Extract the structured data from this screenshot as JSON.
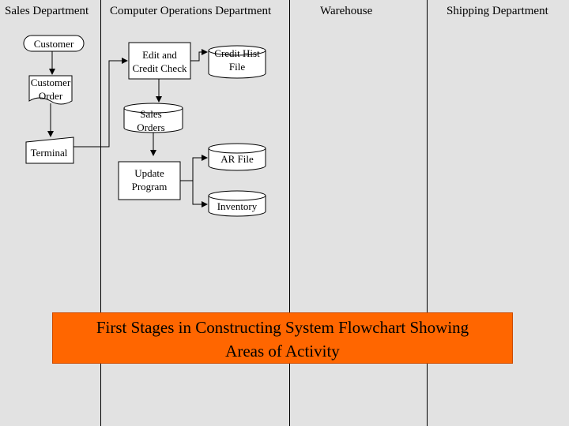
{
  "lanes": [
    {
      "id": "sales",
      "title": "Sales Department"
    },
    {
      "id": "computer",
      "title": "Computer Operations Department"
    },
    {
      "id": "warehouse",
      "title": "Warehouse"
    },
    {
      "id": "shipping",
      "title": "Shipping Department"
    }
  ],
  "nodes": {
    "customer": {
      "label": "Customer",
      "shape": "terminator"
    },
    "customer_order": {
      "label_line1": "Customer",
      "label_line2": "Order",
      "shape": "document"
    },
    "terminal": {
      "label": "Terminal",
      "shape": "manual-input"
    },
    "edit_credit": {
      "label_line1": "Edit and",
      "label_line2": "Credit Check",
      "shape": "process"
    },
    "credit_hist": {
      "label_line1": "Credit Hist",
      "label_line2": "File",
      "shape": "disk"
    },
    "sales_orders": {
      "label_line1": "Sales",
      "label_line2": "Orders",
      "shape": "disk"
    },
    "update_program": {
      "label_line1": "Update",
      "label_line2": "Program",
      "shape": "process"
    },
    "ar_file": {
      "label": "AR File",
      "shape": "disk"
    },
    "inventory": {
      "label": "Inventory",
      "shape": "disk"
    }
  },
  "caption": {
    "line1": "First Stages in Constructing System Flowchart Showing",
    "line2": "Areas of Activity"
  },
  "colors": {
    "background": "#e2e2e2",
    "caption_fill": "#ff6600",
    "shape_fill": "#ffffff",
    "line": "#000000"
  }
}
